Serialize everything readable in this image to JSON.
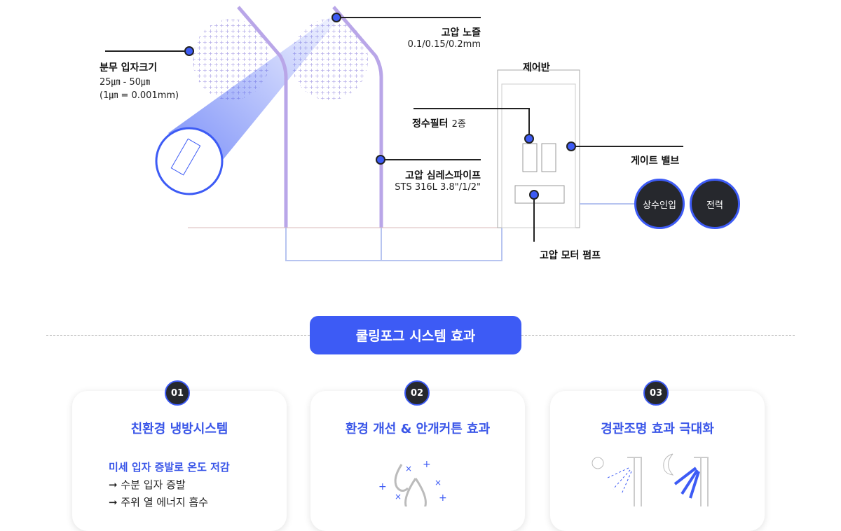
{
  "diagram": {
    "particle_size": {
      "title": "분무 입자크기",
      "range": "25㎛ - 50㎛",
      "note": "(1㎛ = 0.001mm)"
    },
    "nozzle": {
      "title": "고압 노즐",
      "spec": "0.1/0.15/0.2mm"
    },
    "control_panel": {
      "title": "제어반"
    },
    "filter": {
      "title": "정수필터",
      "spec": "2종"
    },
    "pipe": {
      "title": "고압 심레스파이프",
      "spec": "STS 316L 3.8\"/1/2\""
    },
    "gate_valve": {
      "title": "게이트 밸브"
    },
    "pump": {
      "title": "고압 모터 펌프"
    },
    "water_inlet": "상수인입",
    "power": "전력"
  },
  "section": {
    "title": "쿨링포그 시스템 효과"
  },
  "cards": [
    {
      "num": "01",
      "title": "친환경 냉방시스템",
      "subtitle": "미세 입자 증발로 온도 저감",
      "lines": [
        "➞ 수분 입자 증발",
        "➞ 주위 열 에너지 흡수"
      ]
    },
    {
      "num": "02",
      "title": "환경 개선 & 안개커튼 효과"
    },
    {
      "num": "03",
      "title": "경관조명 효과 극대화"
    }
  ],
  "colors": {
    "accent": "#3d5bf5",
    "dark": "#26282d"
  }
}
